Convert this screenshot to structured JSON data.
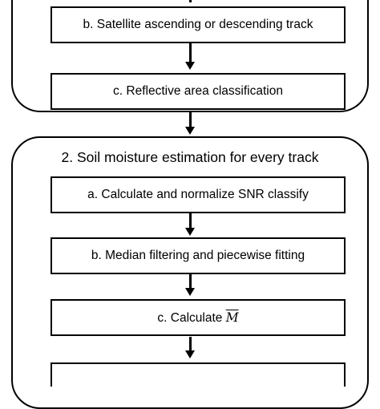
{
  "group1": {
    "box_b": "b. Satellite ascending or descending track",
    "box_c": "c. Reflective area classification"
  },
  "group2": {
    "title": "2. Soil moisture estimation for every track",
    "box_a": "a. Calculate and normalize SNR classify",
    "box_b": "b. Median filtering and piecewise fitting",
    "box_c_prefix": "c. Calculate",
    "box_c_symbol": "M"
  }
}
